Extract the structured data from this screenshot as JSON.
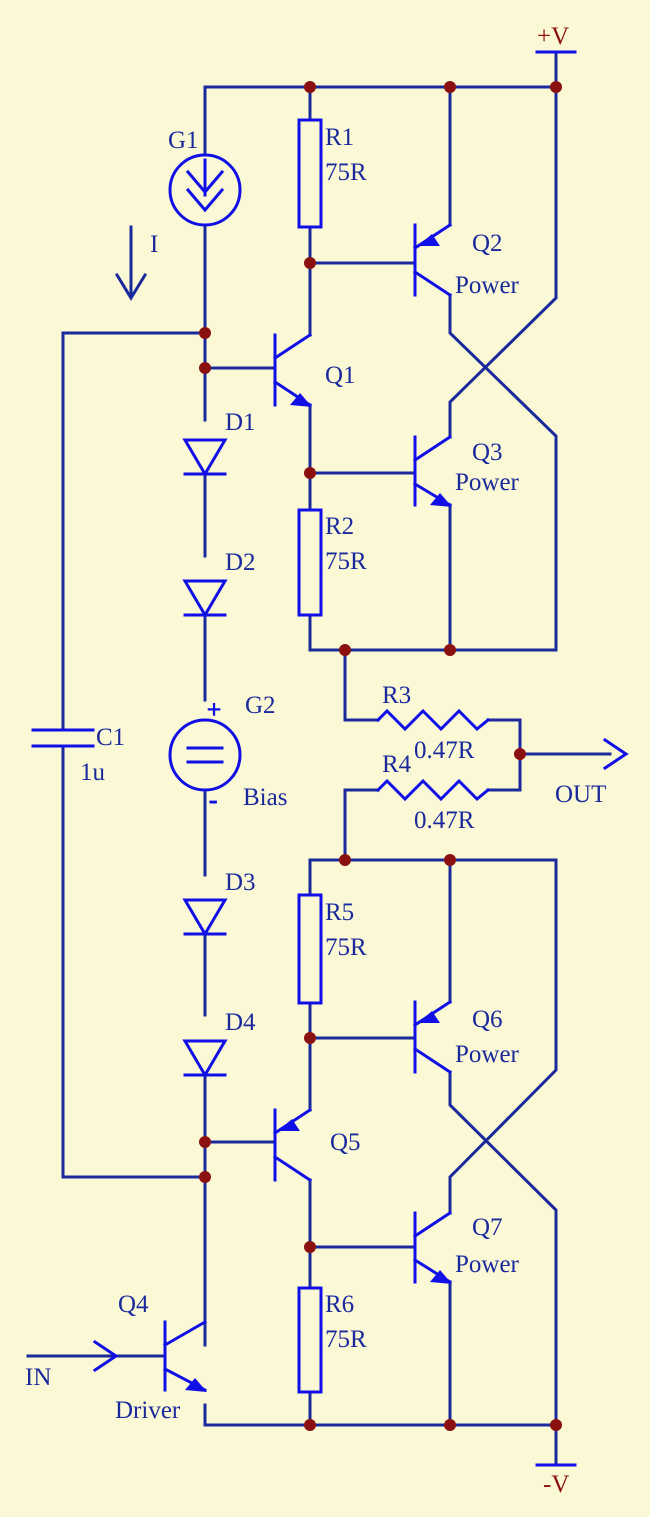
{
  "colors": {
    "background": "#fbf8d6",
    "wire": "#1a2a9c",
    "component": "#1010e6",
    "junction": "#8b1010",
    "rail_label": "#8b1010",
    "text": "#1a2a9c"
  },
  "rails": {
    "positive": "+V",
    "negative": "-V"
  },
  "ports": {
    "input": "IN",
    "output": "OUT"
  },
  "current_arrow": {
    "label": "I"
  },
  "components": {
    "G1": {
      "ref": "G1"
    },
    "G2": {
      "ref": "G2",
      "value": "Bias",
      "plus": "+",
      "minus": "-"
    },
    "R1": {
      "ref": "R1",
      "value": "75R"
    },
    "R2": {
      "ref": "R2",
      "value": "75R"
    },
    "R3": {
      "ref": "R3",
      "value": "0.47R"
    },
    "R4": {
      "ref": "R4",
      "value": "0.47R"
    },
    "R5": {
      "ref": "R5",
      "value": "75R"
    },
    "R6": {
      "ref": "R6",
      "value": "75R"
    },
    "C1": {
      "ref": "C1",
      "value": "1u"
    },
    "D1": {
      "ref": "D1"
    },
    "D2": {
      "ref": "D2"
    },
    "D3": {
      "ref": "D3"
    },
    "D4": {
      "ref": "D4"
    },
    "Q1": {
      "ref": "Q1"
    },
    "Q2": {
      "ref": "Q2",
      "value": "Power"
    },
    "Q3": {
      "ref": "Q3",
      "value": "Power"
    },
    "Q4": {
      "ref": "Q4",
      "value": "Driver"
    },
    "Q5": {
      "ref": "Q5"
    },
    "Q6": {
      "ref": "Q6",
      "value": "Power"
    },
    "Q7": {
      "ref": "Q7",
      "value": "Power"
    }
  }
}
